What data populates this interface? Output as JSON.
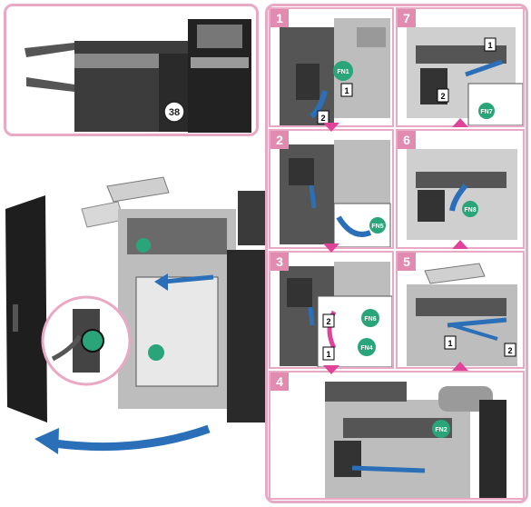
{
  "overview": {
    "callout_number": "38"
  },
  "steps": [
    {
      "number": "1",
      "tags": [
        "1",
        "2"
      ],
      "badge": "FN1"
    },
    {
      "number": "2",
      "tags": [],
      "badge": "FN5"
    },
    {
      "number": "3",
      "tags": [
        "2",
        "1"
      ],
      "badges": [
        "FN6",
        "FN4"
      ]
    },
    {
      "number": "4",
      "tags": [],
      "badge": "FN2"
    },
    {
      "number": "5",
      "tags": [
        "1",
        "2"
      ],
      "badge": ""
    },
    {
      "number": "6",
      "tags": [],
      "badge": "FN8"
    },
    {
      "number": "7",
      "tags": [
        "1",
        "2"
      ],
      "badge": "FN7"
    }
  ],
  "colors": {
    "frame_pink": "#e9a8c4",
    "arrow_pink": "#e0449a",
    "arrow_blue": "#2a6fb7",
    "highlight_green": "#2aa57a"
  }
}
